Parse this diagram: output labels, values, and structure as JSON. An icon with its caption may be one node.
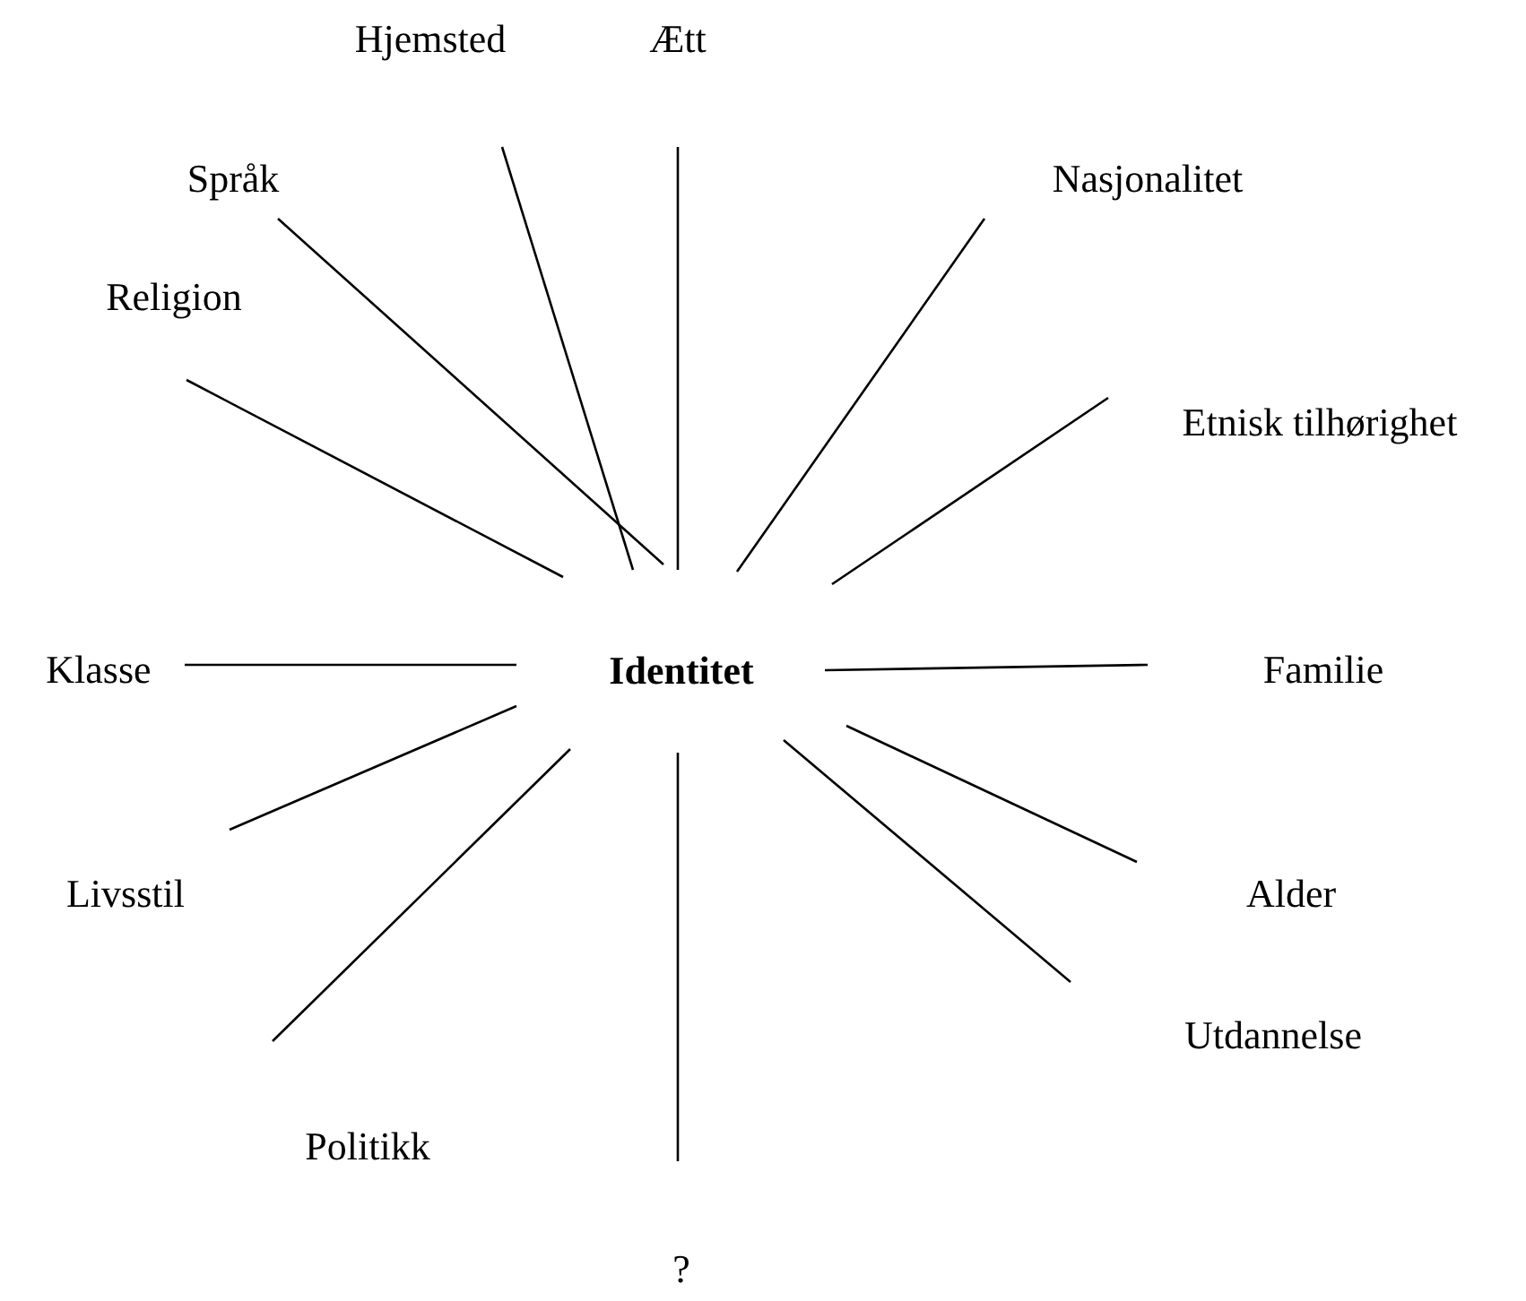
{
  "diagram": {
    "nodes": [
      {
        "text": [
          "Identitet"
        ]
      },
      {
        "text": [
          "Hjemsted"
        ]
      },
      {
        "text": [
          "Ætt"
        ]
      },
      {
        "text": [
          "Språk"
        ]
      },
      {
        "text": [
          "Nasjonalitet"
        ]
      },
      {
        "text": [
          "Religion"
        ]
      },
      {
        "text": [
          "Etnisk tilhørighet"
        ]
      },
      {
        "text": [
          "Klasse"
        ]
      },
      {
        "text": [
          "Familie"
        ]
      },
      {
        "text": [
          "Livsstil"
        ]
      },
      {
        "text": [
          "Alder"
        ]
      },
      {
        "text": [
          "Utdannelse"
        ]
      },
      {
        "text": [
          "Politikk"
        ]
      },
      {
        "text": [
          "?"
        ]
      }
    ],
    "edges": [
      {
        "from": 0,
        "to": 1,
        "arrow": "none"
      },
      {
        "from": 0,
        "to": 2,
        "arrow": "none"
      },
      {
        "from": 0,
        "to": 3,
        "arrow": "none"
      },
      {
        "from": 0,
        "to": 4,
        "arrow": "none"
      },
      {
        "from": 0,
        "to": 5,
        "arrow": "none"
      },
      {
        "from": 0,
        "to": 6,
        "arrow": "none"
      },
      {
        "from": 0,
        "to": 7,
        "arrow": "none"
      },
      {
        "from": 0,
        "to": 8,
        "arrow": "none"
      },
      {
        "from": 0,
        "to": 9,
        "arrow": "none"
      },
      {
        "from": 0,
        "to": 10,
        "arrow": "none"
      },
      {
        "from": 0,
        "to": 11,
        "arrow": "none"
      },
      {
        "from": 0,
        "to": 12,
        "arrow": "none"
      },
      {
        "from": 0,
        "to": 13,
        "arrow": "none"
      }
    ]
  }
}
